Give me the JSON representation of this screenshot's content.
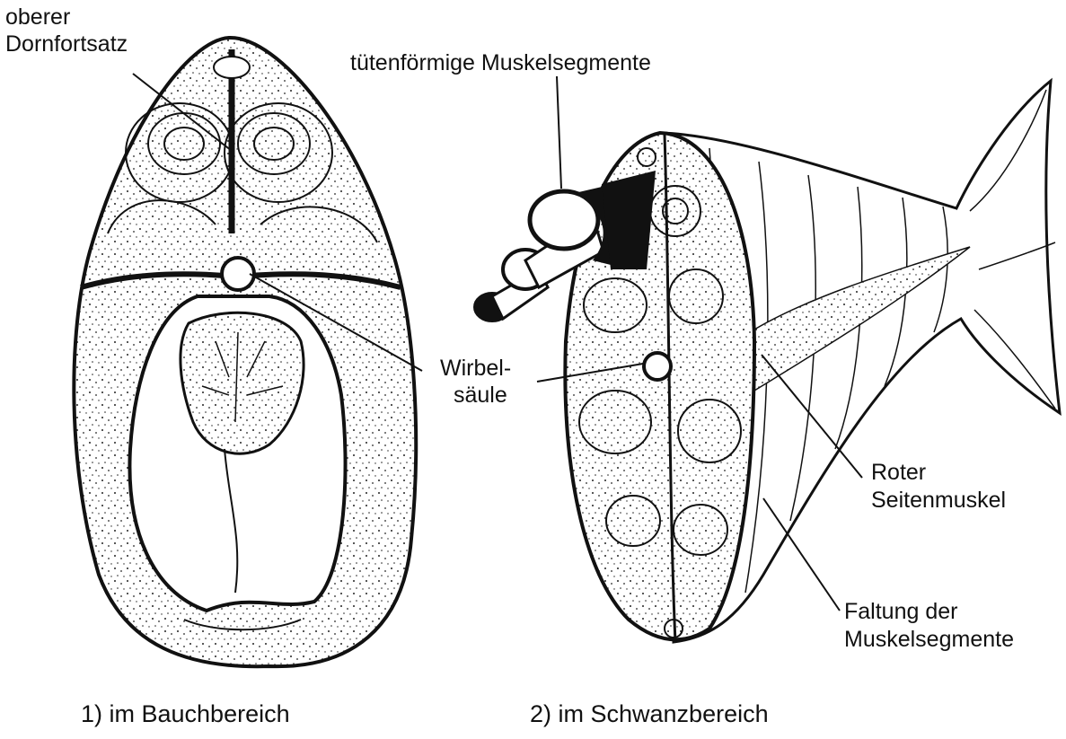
{
  "labels": {
    "dorn_line1": "oberer",
    "dorn_line2": "Dornfortsatz",
    "tuete": "tütenförmige Muskelsegmente",
    "wirbel_line1": "Wirbel-",
    "wirbel_line2": "säule",
    "roter_line1": "Roter",
    "roter_line2": "Seitenmuskel",
    "faltung_line1": "Faltung der",
    "faltung_line2": "Muskelsegmente"
  },
  "captions": {
    "left": "1) im Bauchbereich",
    "right": "2) im Schwanzbereich"
  },
  "colors": {
    "ink": "#111111",
    "paper": "#ffffff"
  }
}
